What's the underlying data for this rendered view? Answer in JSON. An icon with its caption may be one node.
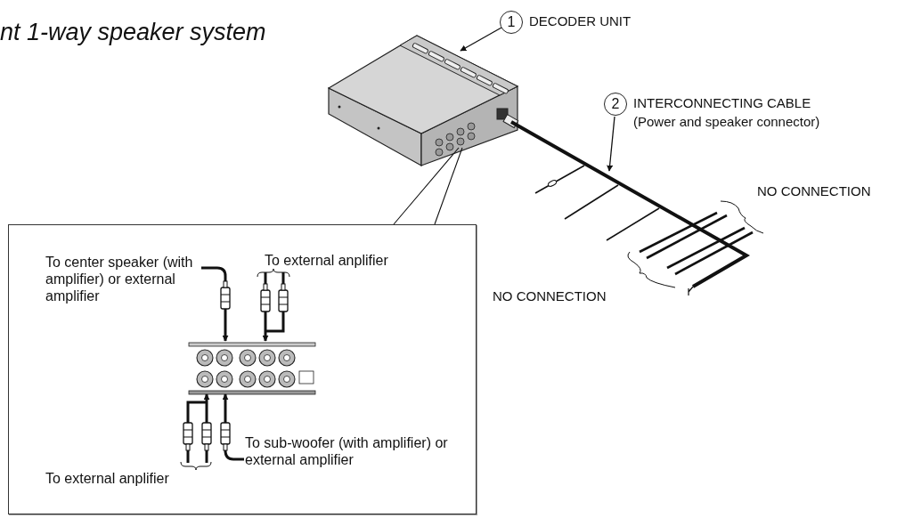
{
  "diagram": {
    "title": "nt 1-way speaker system",
    "nodes": [
      {
        "text": [
          "1"
        ],
        "beside": [
          "DECODER UNIT"
        ]
      },
      {
        "text": [],
        "shape": "picture"
      },
      {
        "text": [
          "2"
        ],
        "beside": [
          "INTERCONNECTING CABLE",
          "(Power and speaker connector)"
        ]
      },
      {
        "text": [],
        "shape": "picture",
        "beside": [
          "NO CONNECTION",
          "NO CONNECTION"
        ]
      },
      {
        "text": [],
        "shape": "box"
      },
      {
        "text": [
          "To center speaker (with amplifier) or external amplifier"
        ],
        "in": 4
      },
      {
        "text": [
          "To external anplifier"
        ],
        "in": 4
      },
      {
        "text": [],
        "shape": "picture",
        "in": 4
      },
      {
        "text": [
          "To external anplifier"
        ],
        "in": 4
      },
      {
        "text": [
          "To sub-woofer (with amplifier) or external amplifier"
        ],
        "in": 4
      }
    ],
    "edges": [
      {
        "from": 0,
        "to": 1,
        "arrow": "to"
      },
      {
        "from": 2,
        "to": 3,
        "arrow": "to"
      },
      {
        "from": 1,
        "to": 4,
        "arrow": "none"
      },
      {
        "from": 5,
        "to": 7,
        "arrow": "to"
      },
      {
        "from": 6,
        "to": 7,
        "arrow": "to"
      },
      {
        "from": 8,
        "to": 7,
        "arrow": "to"
      },
      {
        "from": 9,
        "to": 7,
        "arrow": "to"
      }
    ]
  }
}
